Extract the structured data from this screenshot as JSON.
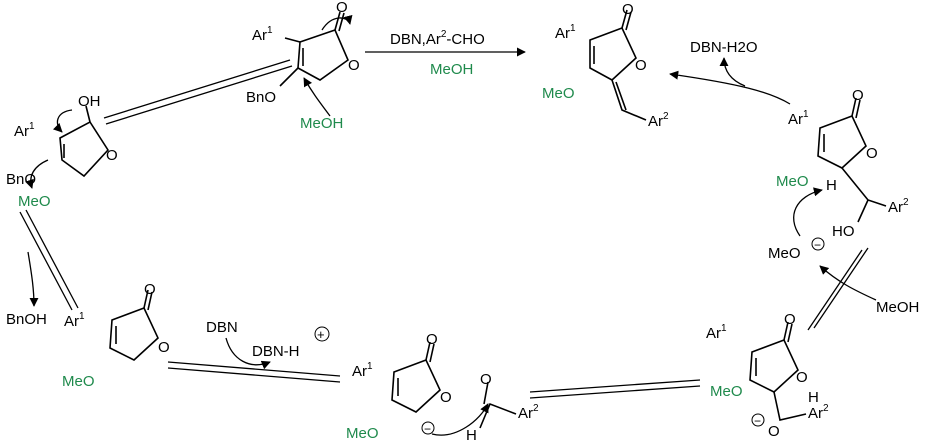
{
  "reagents": {
    "top_line1": "DBN,Ar",
    "top_sup": "2",
    "top_line2": "-CHO",
    "top_solvent": "MeOH"
  },
  "labels": {
    "ar": "Ar",
    "sup1": "1",
    "sup2": "2",
    "o": "O",
    "h": "H",
    "meo": "MeO",
    "meoh": "MeOH",
    "bno": "BnO",
    "bnoh": "BnOH",
    "oh": "OH",
    "ho": "HO",
    "dbn": "DBN",
    "dbnh": "DBN-H",
    "dbn_h2o": "DBN-H2O",
    "minus": "−",
    "plus": "+",
    "me_o_dot": "MeÖH"
  },
  "colors": {
    "green": "#1f8a4c",
    "black": "#000000"
  }
}
